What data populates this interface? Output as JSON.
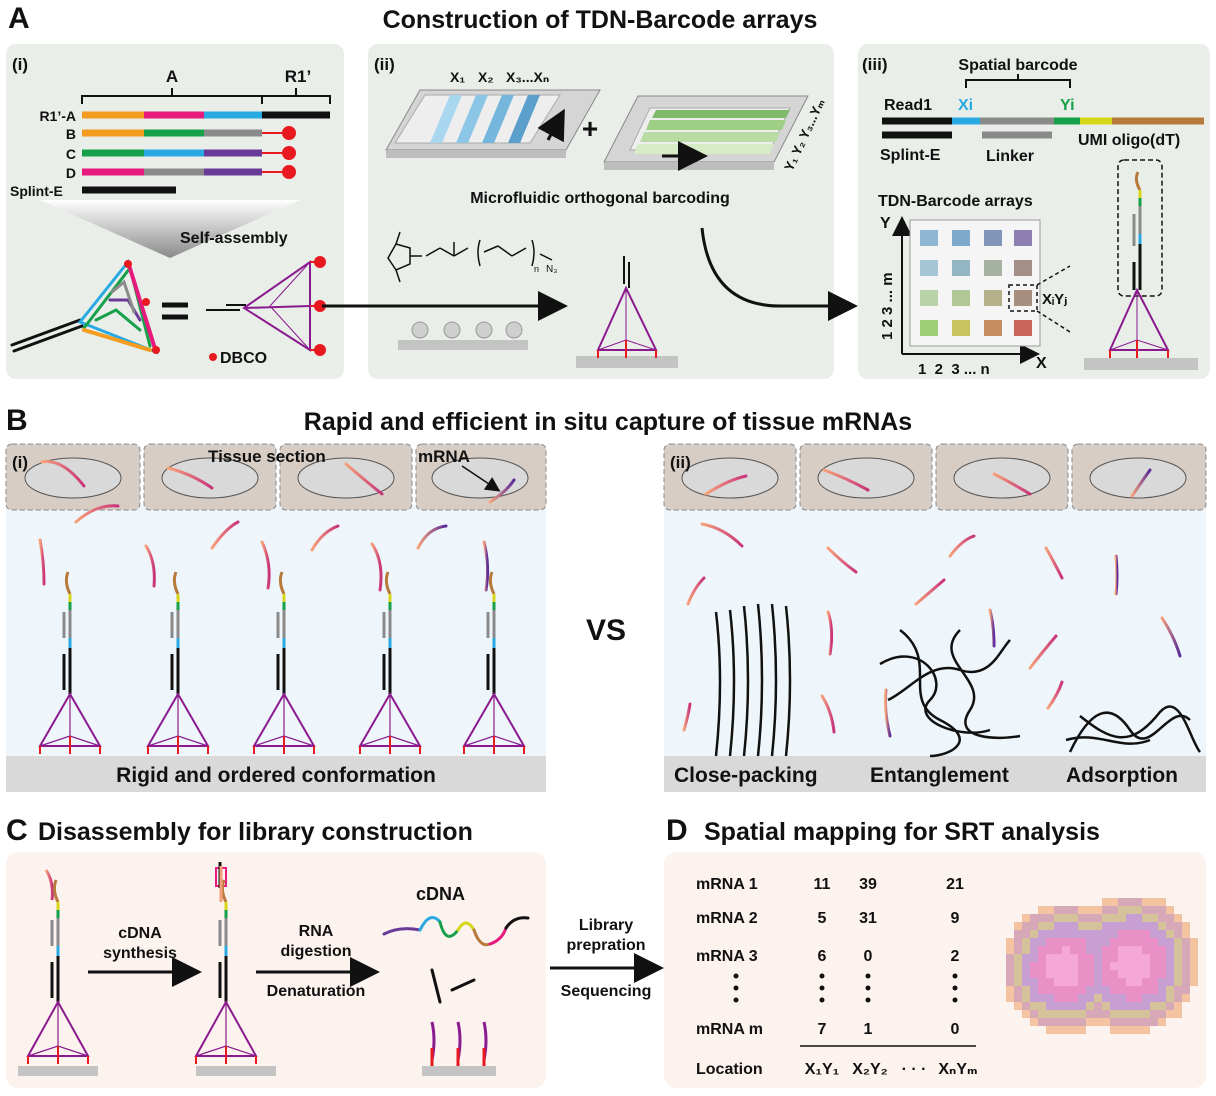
{
  "sections": {
    "A": {
      "letter": "A",
      "title": "Construction of TDN-Barcode arrays",
      "panel_i": {
        "label": "(i)",
        "bracket_A": "A",
        "bracket_R1": "R1’",
        "strands": [
          "R1’-A",
          "B",
          "C",
          "D",
          "Splint-E"
        ],
        "self_assembly": "Self-assembly",
        "dbco": "DBCO"
      },
      "panel_ii": {
        "label": "(ii)",
        "x_channels": [
          "X₁",
          "X₂",
          "X₃...Xₙ"
        ],
        "y_channels": "Y₁ Y₂ Y₃...Yₘ",
        "plus": "+",
        "caption": "Microfluidic orthogonal barcoding",
        "peg_sub": "n",
        "peg_n3": "N₃"
      },
      "panel_iii": {
        "label": "(iii)",
        "spatial_barcode": "Spatial barcode",
        "read1": "Read1",
        "xi": "Xi",
        "yi": "Yi",
        "splint": "Splint-E",
        "linker": "Linker",
        "umi": "UMI oligo(dT)",
        "array_title": "TDN-Barcode arrays",
        "axis_y": "Y",
        "axis_x": "X",
        "y_ticks": "1 2 3 ... m",
        "x_ticks": "1  2  3 ... n",
        "xy_label": "XᵢYⱼ"
      }
    },
    "B": {
      "letter": "B",
      "title": "Rapid and efficient in situ capture of tissue mRNAs",
      "label_i": "(i)",
      "label_ii": "(ii)",
      "tissue_section": "Tissue section",
      "mrna": "mRNA",
      "vs": "VS",
      "rigid": "Rigid and ordered conformation",
      "close_packing": "Close-packing",
      "entanglement": "Entanglement",
      "adsorption": "Adsorption"
    },
    "C": {
      "letter": "C",
      "title": "Disassembly for library construction",
      "step1": [
        "cDNA",
        "synthesis"
      ],
      "step2_top": [
        "RNA",
        "digestion"
      ],
      "step2_bottom": "Denaturation",
      "cdna": "cDNA",
      "step3_top": [
        "Library",
        "prepration"
      ],
      "step3_bottom": "Sequencing"
    },
    "D": {
      "letter": "D",
      "title": "Spatial mapping for SRT analysis",
      "rows": [
        {
          "name": "mRNA 1",
          "v1": "11",
          "v2": "39",
          "v3": "21"
        },
        {
          "name": "mRNA 2",
          "v1": "5",
          "v2": "31",
          "v3": "9"
        },
        {
          "name": "mRNA 3",
          "v1": "6",
          "v2": "0",
          "v3": "2"
        },
        {
          "name": "mRNA m",
          "v1": "7",
          "v2": "1",
          "v3": "0"
        }
      ],
      "location_label": "Location",
      "loc1": "X₁Y₁",
      "loc2": "X₂Y₂",
      "loc_dots": "· · ·",
      "loc3": "XₙYₘ"
    }
  },
  "colors": {
    "orange": "#f39c1f",
    "magenta": "#e6197c",
    "blue": "#28a9e1",
    "green": "#17a04a",
    "purple": "#6a3a99",
    "gray": "#8a8a8a",
    "black": "#111111",
    "tdn": "#8b1a8f",
    "dbco_red": "#e8191f",
    "panel_bg": "#e9eee9",
    "b_bg": "#eef6fb",
    "tissue": "#d7cdc4",
    "cd_bg": "#fcf2ee"
  }
}
